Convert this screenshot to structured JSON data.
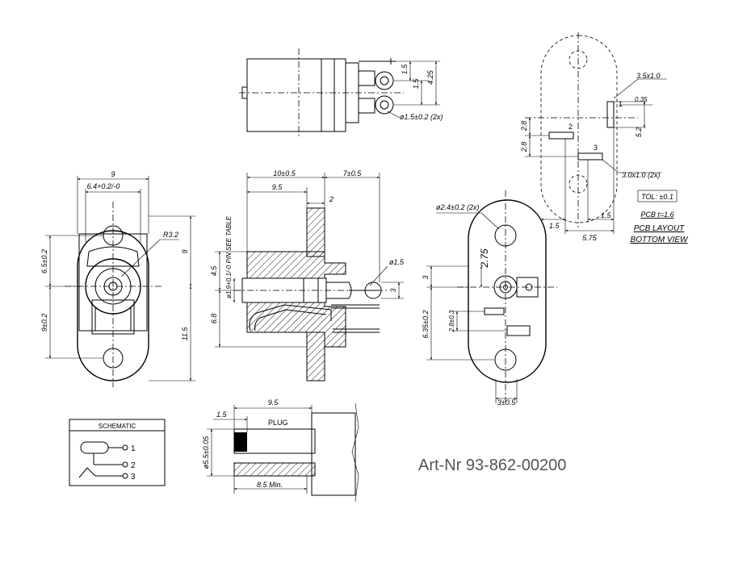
{
  "article_number": "Art-Nr 93-862-00200",
  "top_view": {
    "dims": [
      "1.5",
      "1.5",
      "4.25",
      "ø1.5±0.2 (2x)"
    ]
  },
  "front_view": {
    "dims": [
      "9",
      "6.4+0.2/-0",
      "R3.2",
      "6.5±0.2",
      "9±0.2",
      "9",
      "11.5"
    ]
  },
  "side_view": {
    "dims": [
      "10±0.5",
      "7±0.5",
      "9.5",
      "2",
      "ø1.9+0.1/-0 PIN SEE TABLE",
      "4.5",
      "6.8",
      "ø1.5",
      "3"
    ]
  },
  "bottom_view": {
    "dims": [
      "ø2.4±0.2 (2x)",
      "2.75",
      "3",
      "6.35±0.2",
      "2.8±0.3",
      "3±0.5"
    ]
  },
  "pcb_layout": {
    "dims": [
      "3.5x1.0",
      "0.35",
      "2.8",
      "2.8",
      "5.2",
      "3.0x1.0 (2x)",
      "1.5",
      "1.5",
      "5.75"
    ],
    "pins": [
      "1",
      "2",
      "3"
    ],
    "tolerance": "TOL: ±0.1",
    "pcb_thickness": "PCB t=1.6",
    "title_line1": "PCB LAYOUT",
    "title_line2": "BOTTOM VIEW"
  },
  "plug": {
    "dims": [
      "9.5",
      "1.5",
      "ø5.5±0.05",
      "8.5 Min."
    ],
    "label": "PLUG"
  },
  "schematic": {
    "title": "SCHEMATIC",
    "pins": [
      "1",
      "2",
      "3"
    ]
  }
}
